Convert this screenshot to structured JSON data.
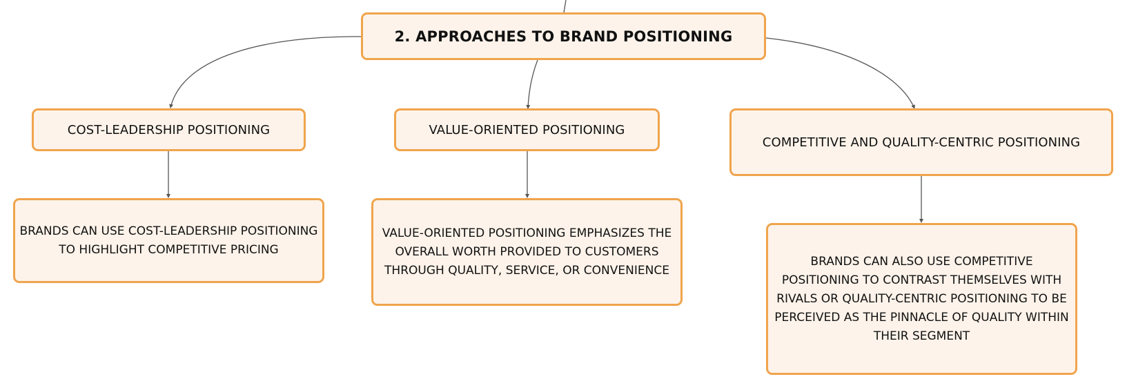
{
  "mindmap": {
    "root": {
      "label": "2. APPROACHES TO BRAND POSITIONING"
    },
    "branches": [
      {
        "title": "COST-LEADERSHIP POSITIONING",
        "detail": "BRANDS CAN USE COST-LEADERSHIP POSITIONING TO HIGHLIGHT COMPETITIVE PRICING"
      },
      {
        "title": "VALUE-ORIENTED POSITIONING",
        "detail": "VALUE-ORIENTED POSITIONING EMPHASIZES THE OVERALL WORTH PROVIDED TO CUSTOMERS THROUGH QUALITY, SERVICE, OR CONVENIENCE"
      },
      {
        "title": "COMPETITIVE AND QUALITY-CENTRIC POSITIONING",
        "detail": "BRANDS CAN ALSO USE COMPETITIVE POSITIONING TO CONTRAST THEMSELVES WITH RIVALS OR QUALITY-CENTRIC POSITIONING TO BE PERCEIVED AS THE PINNACLE OF QUALITY WITHIN THEIR SEGMENT"
      }
    ]
  },
  "colors": {
    "node_fill": "#fdf3ea",
    "node_border": "#f0a44c",
    "connector": "#555555",
    "text": "#111111"
  }
}
